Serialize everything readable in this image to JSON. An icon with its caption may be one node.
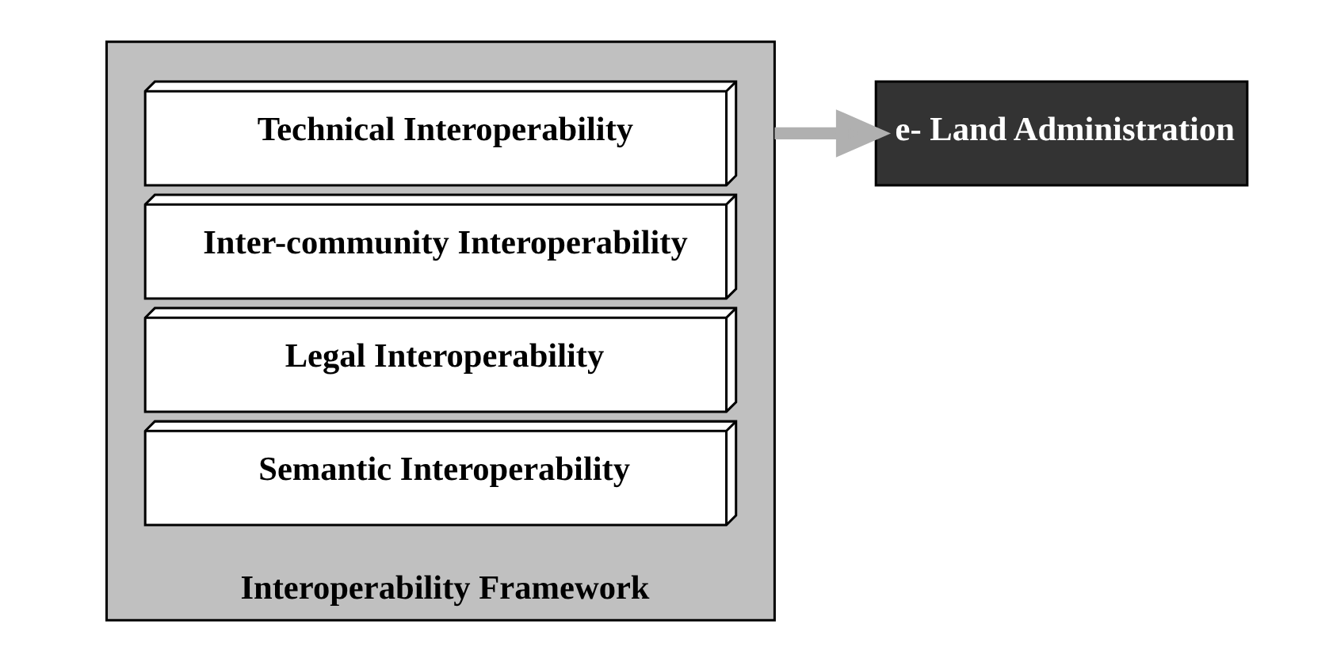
{
  "diagram": {
    "nodes": [
      {
        "text": [
          "Interoperability Framework"
        ]
      },
      {
        "text": [
          "Technical Interoperability"
        ],
        "in": 0
      },
      {
        "text": [
          "Inter-community Interoperability"
        ],
        "in": 0
      },
      {
        "text": [
          "Legal Interoperability"
        ],
        "in": 0
      },
      {
        "text": [
          "Semantic Interoperability"
        ],
        "in": 0
      },
      {
        "text": [
          "e- Land Administration"
        ]
      }
    ],
    "edges": [
      {
        "from": 0,
        "to": 5,
        "arrow": "to"
      }
    ]
  }
}
